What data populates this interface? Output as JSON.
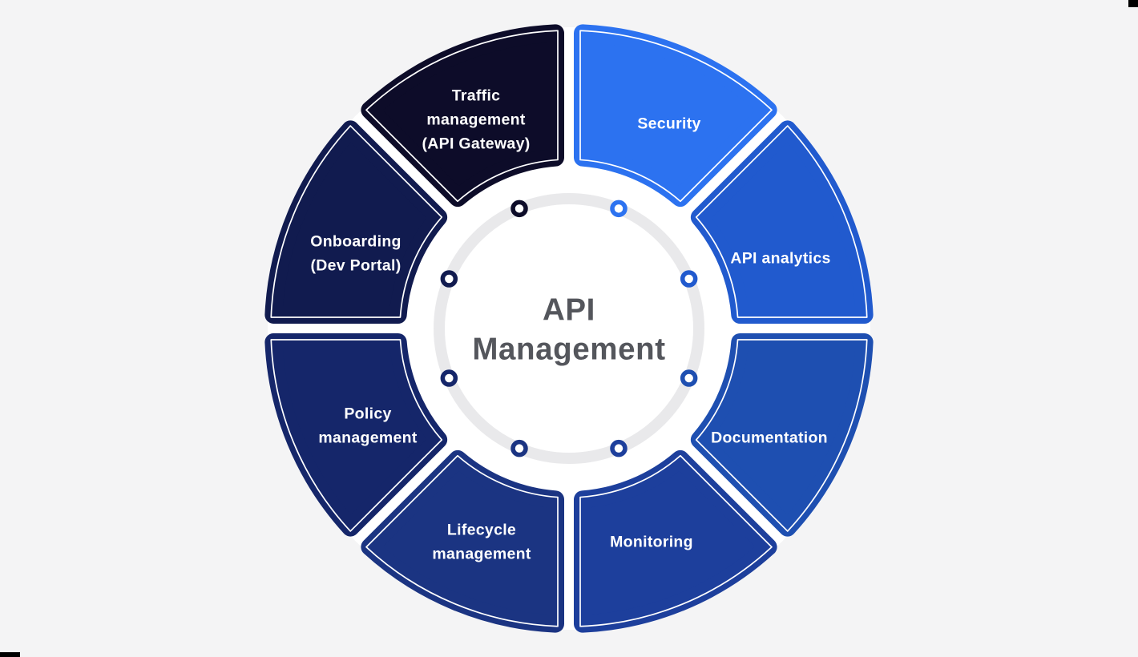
{
  "background_color": "#f4f4f5",
  "wheel_backing_color": "#ffffff",
  "center": {
    "line1": "API",
    "line2": "Management",
    "text_color": "#54565c",
    "ring_color": "#e9e9eb",
    "dot_fill": "#ffffff"
  },
  "segments": [
    {
      "id": "security",
      "label_lines": [
        "Security"
      ],
      "color": "#2c72f0",
      "mid_angle_deg": 22.5
    },
    {
      "id": "api-analytics",
      "label_lines": [
        "API analytics"
      ],
      "color": "#215ace",
      "mid_angle_deg": 67.5
    },
    {
      "id": "documentation",
      "label_lines": [
        "Documentation"
      ],
      "color": "#1e4fb1",
      "mid_angle_deg": 112.5
    },
    {
      "id": "monitoring",
      "label_lines": [
        "Monitoring"
      ],
      "color": "#1d3f9c",
      "mid_angle_deg": 157.5
    },
    {
      "id": "lifecycle-management",
      "label_lines": [
        "Lifecycle",
        "management"
      ],
      "color": "#1b3482",
      "mid_angle_deg": 202.5
    },
    {
      "id": "policy-management",
      "label_lines": [
        "Policy",
        "management"
      ],
      "color": "#15266a",
      "mid_angle_deg": 247.5
    },
    {
      "id": "onboarding-dev-portal",
      "label_lines": [
        "Onboarding",
        "(Dev Portal)"
      ],
      "color": "#111b4f",
      "mid_angle_deg": 292.5
    },
    {
      "id": "traffic-management",
      "label_lines": [
        "Traffic",
        "management",
        "(API Gateway)"
      ],
      "color": "#0d0c29",
      "mid_angle_deg": 337.5
    }
  ],
  "segment_outline_color": "#ffffff",
  "corner_marks": {
    "color": "#000000"
  }
}
